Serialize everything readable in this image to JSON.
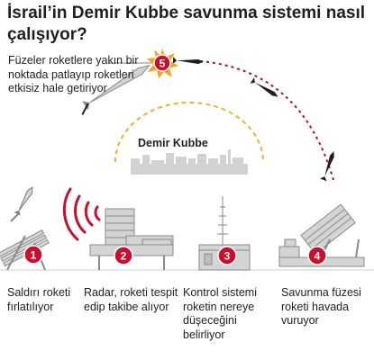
{
  "title": "İsrail’in Demir Kubbe savunma sistemi nasıl çalışıyor?",
  "intercept_text": "Füzeler roketlere yakın bir noktada patlayıp roketleri etkisiz hale getiriyor",
  "dome_label": "Demir Kubbe",
  "steps": [
    {
      "number": "1",
      "label": "Saldırı roketi fırlatılıyor"
    },
    {
      "number": "2",
      "label": "Radar, roketi tespit edip takibe alıyor"
    },
    {
      "number": "3",
      "label": "Kontrol sistemi roketin nereye düşeceğini belirliyor"
    },
    {
      "number": "4",
      "label": "Savunma füzesi roketi havada vuruyor"
    }
  ],
  "intercept_number": "5",
  "colors": {
    "badge": "#c8102e",
    "machine": "#d4d4d4",
    "machine_stroke": "#8a8a8a",
    "trajectory": "#b2121e",
    "dome": "#e8b33a",
    "city": "#d2d2d2",
    "explosion": "#f5a623"
  }
}
